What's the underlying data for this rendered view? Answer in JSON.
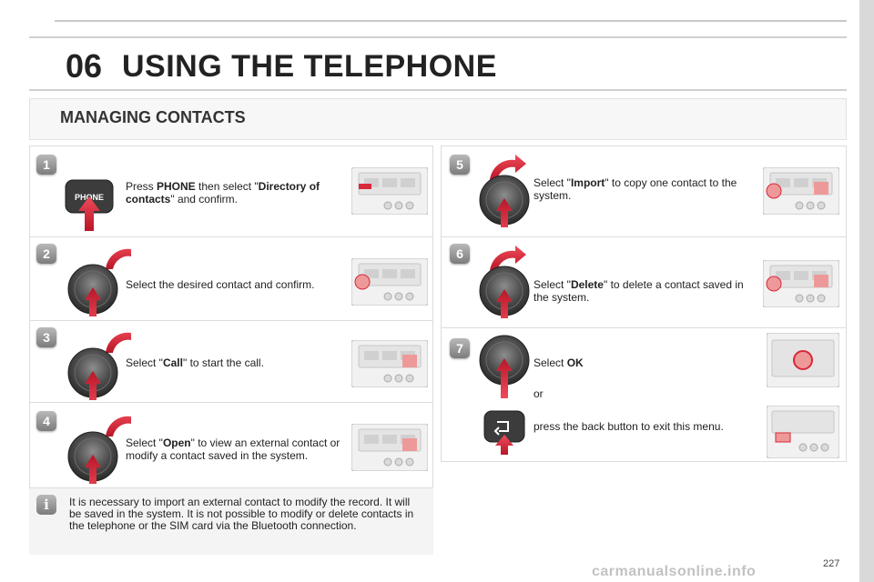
{
  "header": {
    "chapter_number": "06",
    "chapter_title": "USING THE TELEPHONE"
  },
  "section": {
    "title": "MANAGING CONTACTS"
  },
  "steps": [
    {
      "number": "1",
      "pre": "Press ",
      "b1": "PHONE",
      "mid": " then select \"",
      "b2": "Directory of contacts",
      "post": "\" and confirm.",
      "control": "phone-button"
    },
    {
      "number": "2",
      "pre": "Select the desired contact and confirm.",
      "b1": "",
      "mid": "",
      "b2": "",
      "post": "",
      "control": "dial"
    },
    {
      "number": "3",
      "pre": "Select \"",
      "b1": "Call",
      "mid": "\" to start the call.",
      "b2": "",
      "post": "",
      "control": "dial"
    },
    {
      "number": "4",
      "pre": "Select \"",
      "b1": "Open",
      "mid": "\" to view an external contact or modify a contact saved in the system.",
      "b2": "",
      "post": "",
      "control": "dial"
    },
    {
      "number": "5",
      "pre": "Select \"",
      "b1": "Import",
      "mid": "\" to copy one contact to the system.",
      "b2": "",
      "post": "",
      "control": "dial"
    },
    {
      "number": "6",
      "pre": "Select \"",
      "b1": "Delete",
      "mid": "\" to delete a contact saved in the system.",
      "b2": "",
      "post": "",
      "control": "dial"
    },
    {
      "number": "7",
      "pre": "Select ",
      "b1": "OK",
      "mid": "",
      "b2": "",
      "post": "",
      "control": "dial"
    }
  ],
  "step7_extra": {
    "or": "or",
    "back_text": "press the back button to exit this menu."
  },
  "phone_button_label": "PHONE",
  "note": {
    "icon_glyph": "i",
    "text": "It is necessary to import an external contact to modify the record. It will be saved in the system. It is not possible to modify or delete contacts in the telephone or the SIM card via the Bluetooth connection."
  },
  "page_number": "227",
  "watermark": "carmanualsonline.info",
  "colors": {
    "accent_red": "#d9283a",
    "dial_dark": "#3a3a3a",
    "panel_grey": "#f4f4f4"
  }
}
